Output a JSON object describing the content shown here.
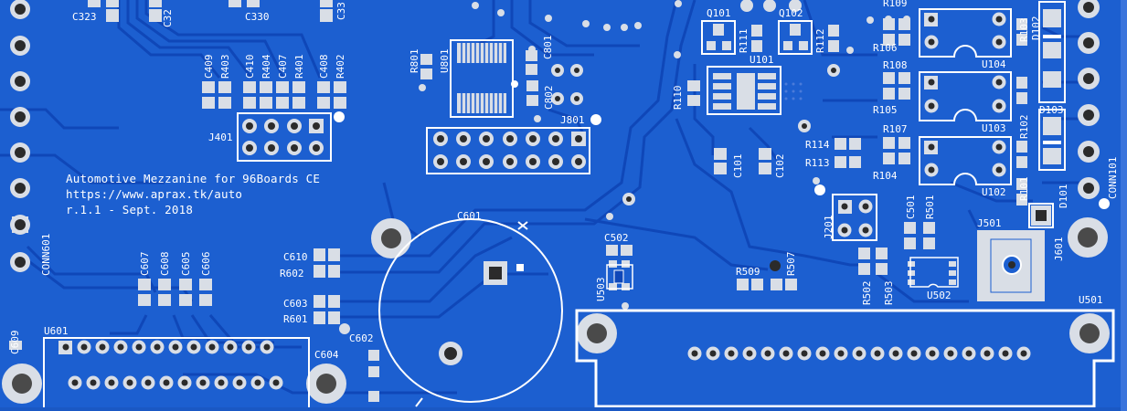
{
  "colors": {
    "board": "#1c5fd0",
    "trace": "#0f47b8",
    "silkscreen": "#ffffff",
    "pad_ring": "#d9dee6",
    "hole": "#4a4a4a",
    "pad_center": "#2b2b2b"
  },
  "board_note": {
    "line1": "Automotive Mezzanine for 96Boards CE",
    "line2": "https://www.aprax.tk/auto",
    "line3": "r.1.1 - Sept. 2018"
  },
  "labels_h": {
    "C323": "C323",
    "C330": "C330",
    "J401": "J401",
    "C610": "C610",
    "R602": "R602",
    "C603": "C603",
    "R601": "R601",
    "C602": "C602",
    "C604": "C604",
    "U601": "U601",
    "C601": "C601",
    "C502": "C502",
    "R509": "R509",
    "J801": "J801",
    "Q101": "Q101",
    "Q102": "Q102",
    "U101": "U101",
    "R106": "R106",
    "R108": "R108",
    "R105": "R105",
    "R107": "R107",
    "R114": "R114",
    "R113": "R113",
    "R104": "R104",
    "U104": "U104",
    "U103": "U103",
    "U102": "U102",
    "D103": "D103",
    "J501": "J501",
    "U502": "U502",
    "U501": "U501",
    "R109": "R109"
  },
  "labels_v": {
    "C32x": "C32",
    "C33x": "C33",
    "C409": "C409",
    "R403": "R403",
    "C410": "C410",
    "R404": "R404",
    "C407": "C407",
    "R401": "R401",
    "C408": "C408",
    "R402": "R402",
    "C607": "C607",
    "C608": "C608",
    "C605": "C605",
    "C606": "C606",
    "C609": "C609",
    "CONN601": "CONN601",
    "R801": "R801",
    "U801": "U801",
    "C801": "C801",
    "C802": "C802",
    "U503": "U503",
    "R507": "R507",
    "R111": "R111",
    "R112": "R112",
    "R110": "R110",
    "C101": "C101",
    "C102": "C102",
    "J201": "J201",
    "C501": "C501",
    "R501": "R501",
    "R502": "R502",
    "R503": "R503",
    "R103": "R103",
    "D102": "D102",
    "R102": "R102",
    "R101": "R101",
    "D101": "D101",
    "J601": "J601",
    "CONN101": "CONN101"
  }
}
